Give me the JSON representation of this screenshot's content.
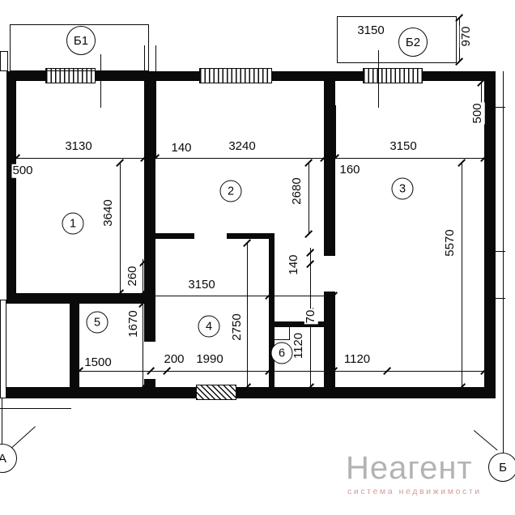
{
  "axes": {
    "b1": "Б1",
    "b2": "Б2",
    "a": "А",
    "b": "Б"
  },
  "rooms": {
    "r1": "1",
    "r2": "2",
    "r3": "3",
    "r4": "4",
    "r5": "5",
    "r6": "6"
  },
  "dims": {
    "balcony2_width": "3150",
    "balcony2_depth": "970",
    "right_top_500": "500",
    "room1_width": "3130",
    "wall_top_140": "140",
    "room2_width": "3240",
    "room3_width": "3150",
    "left_500": "500",
    "wall_160": "160",
    "room1_height": "3640",
    "room2_height": "2680",
    "room3_height": "5570",
    "corridor_260": "260",
    "room4_width": "3150",
    "shaft_140": "140",
    "corridor_1670": "1670",
    "room4_height": "2750",
    "room6_1120": "1120",
    "shaft_70": "70",
    "bottom_1500": "1500",
    "bottom_200": "200",
    "bottom_1990": "1990",
    "bottom_1120": "1120"
  },
  "watermark": {
    "brand": "Неагент",
    "tagline": "система недвижимости"
  }
}
